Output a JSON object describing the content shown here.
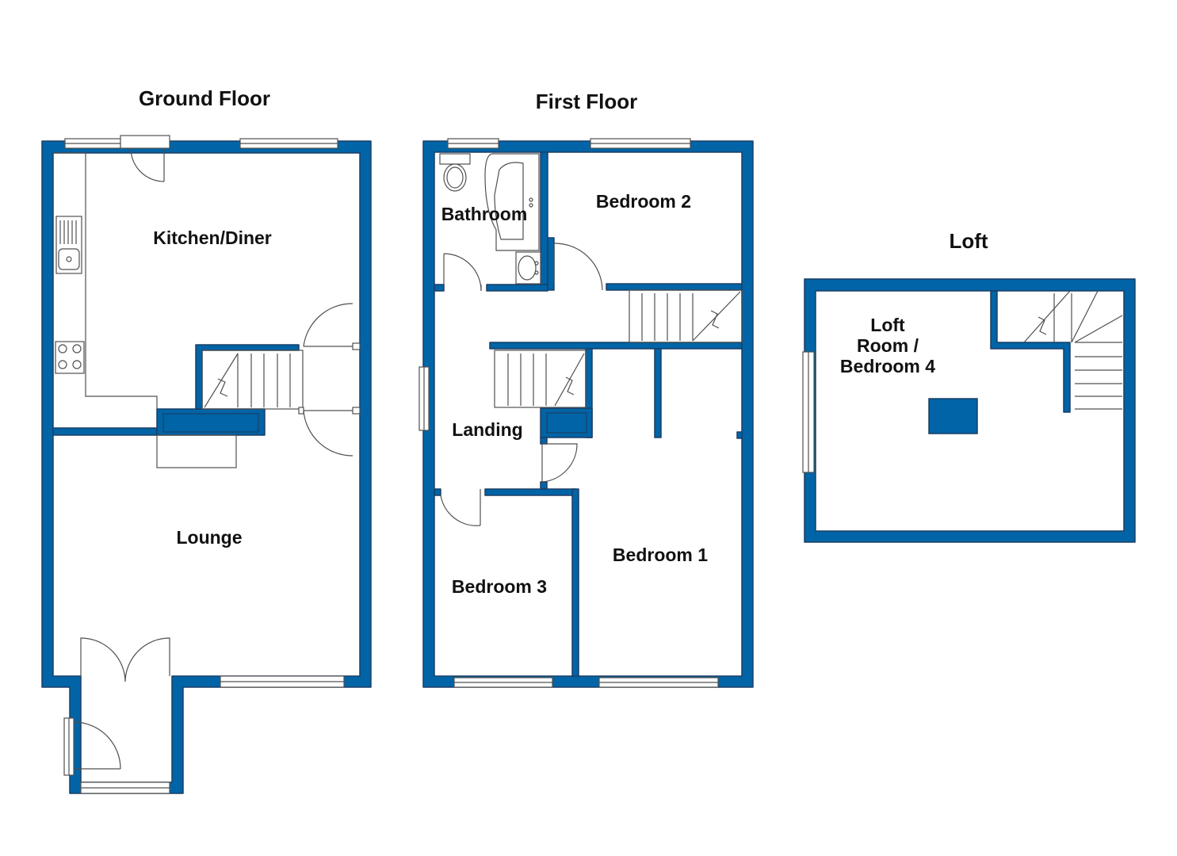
{
  "floors": {
    "ground": {
      "title": "Ground Floor",
      "rooms": {
        "kitchen": "Kitchen/Diner",
        "lounge": "Lounge"
      }
    },
    "first": {
      "title": "First Floor",
      "rooms": {
        "bathroom": "Bathroom",
        "bedroom2": "Bedroom 2",
        "landing": "Landing",
        "bedroom1": "Bedroom 1",
        "bedroom3": "Bedroom 3"
      }
    },
    "loft": {
      "title": "Loft",
      "rooms": {
        "loft_line1": "Loft",
        "loft_line2": "Room /",
        "loft_line3": "Bedroom 4"
      }
    }
  },
  "colors": {
    "wall": "#0064a6",
    "wall_edge": "#1b3f66",
    "line": "#505050",
    "text": "#111111",
    "background": "#ffffff"
  }
}
